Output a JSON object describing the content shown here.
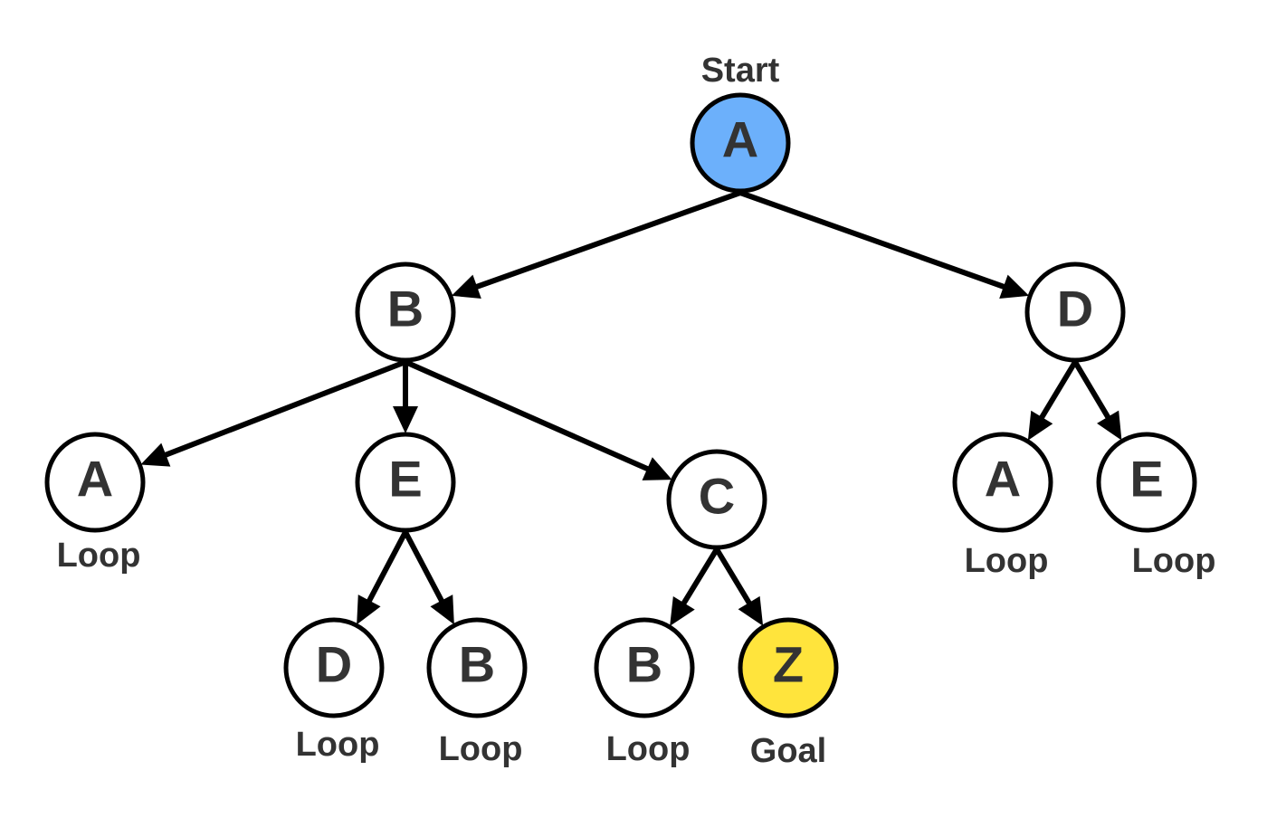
{
  "colors": {
    "start_fill": "#6cb0fb",
    "goal_fill": "#ffe43c",
    "default_fill": "#ffffff"
  },
  "nodes": [
    {
      "id": "root_A",
      "label": "A",
      "role": "start",
      "caption": "Start"
    },
    {
      "id": "B1",
      "label": "B"
    },
    {
      "id": "D1",
      "label": "D"
    },
    {
      "id": "A2",
      "label": "A",
      "caption": "Loop"
    },
    {
      "id": "E1",
      "label": "E"
    },
    {
      "id": "C1",
      "label": "C"
    },
    {
      "id": "D2",
      "label": "D",
      "caption": "Loop"
    },
    {
      "id": "B2",
      "label": "B",
      "caption": "Loop"
    },
    {
      "id": "B3",
      "label": "B",
      "caption": "Loop"
    },
    {
      "id": "Z1",
      "label": "Z",
      "role": "goal",
      "caption": "Goal"
    },
    {
      "id": "A3",
      "label": "A",
      "caption": "Loop"
    },
    {
      "id": "E2",
      "label": "E",
      "caption": "Loop"
    }
  ],
  "edges": [
    {
      "from": "root_A",
      "to": "B1"
    },
    {
      "from": "root_A",
      "to": "D1"
    },
    {
      "from": "B1",
      "to": "A2"
    },
    {
      "from": "B1",
      "to": "E1"
    },
    {
      "from": "B1",
      "to": "C1"
    },
    {
      "from": "E1",
      "to": "D2"
    },
    {
      "from": "E1",
      "to": "B2"
    },
    {
      "from": "C1",
      "to": "B3"
    },
    {
      "from": "C1",
      "to": "Z1"
    },
    {
      "from": "D1",
      "to": "A3"
    },
    {
      "from": "D1",
      "to": "E2"
    }
  ]
}
